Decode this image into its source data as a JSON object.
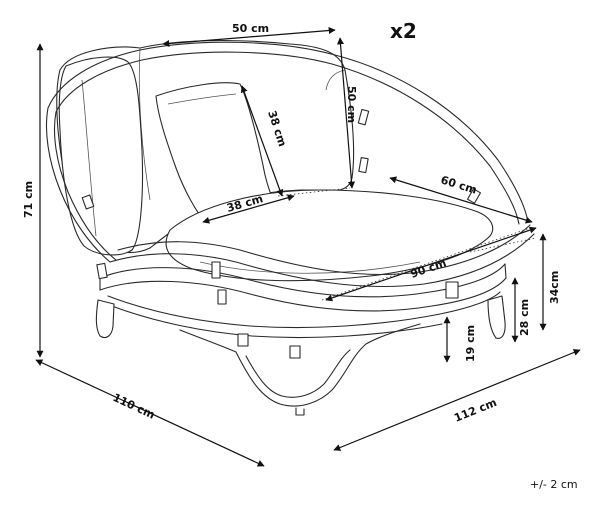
{
  "quantity": "x2",
  "tolerance": "+/- 2 cm",
  "dimensions": {
    "cushion_width": "50 cm",
    "cushion_height": "50 cm",
    "pillow_height": "38 cm",
    "pillow_width": "38 cm",
    "seat_depth": "60 cm",
    "seat_width": "90 cm",
    "overall_height": "71 cm",
    "seat_height": "34cm",
    "base_height": "28 cm",
    "leg_height": "19 cm",
    "overall_depth": "110 cm",
    "overall_width": "112 cm"
  }
}
